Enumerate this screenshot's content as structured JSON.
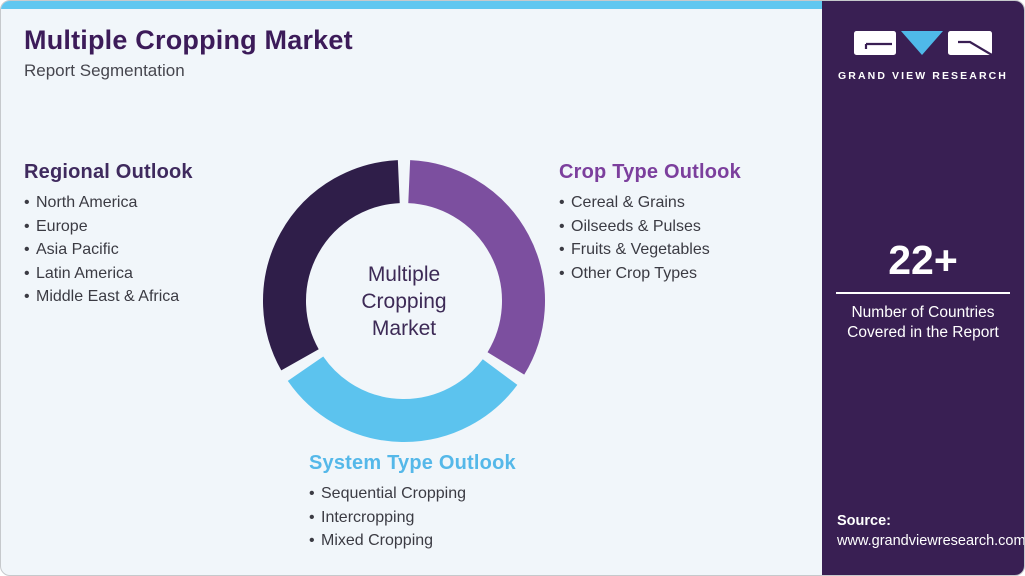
{
  "header": {
    "title": "Multiple Cropping Market",
    "subtitle": "Report Segmentation"
  },
  "colors": {
    "topbar_accent": "#60c7f0",
    "card_background": "#f1f6fa",
    "sidebar_background": "#391f53",
    "title_color": "#3c1b59",
    "regional_heading_color": "#3f2a5e",
    "crop_heading_color": "#7c3f9d",
    "system_heading_color": "#55b8e9",
    "center_text_color": "#3d2a56"
  },
  "donut": {
    "center_label": "Multiple Cropping Market",
    "segments": [
      {
        "name": "crop-type-segment",
        "color": "#7c4f9f",
        "start": 2.5,
        "end": 121.5
      },
      {
        "name": "system-type-segment",
        "color": "#5cc3ee",
        "start": 126.5,
        "end": 235.5
      },
      {
        "name": "regional-segment",
        "color": "#2f1e49",
        "start": 240.5,
        "end": 357.5
      }
    ]
  },
  "sections": {
    "regional": {
      "heading": "Regional Outlook",
      "items": [
        "North America",
        "Europe",
        "Asia Pacific",
        "Latin America",
        "Middle East & Africa"
      ]
    },
    "crop_type": {
      "heading": "Crop Type Outlook",
      "items": [
        "Cereal & Grains",
        "Oilseeds & Pulses",
        "Fruits & Vegetables",
        "Other Crop Types"
      ]
    },
    "system_type": {
      "heading": "System Type Outlook",
      "items": [
        "Sequential Cropping",
        "Intercropping",
        "Mixed Cropping"
      ]
    }
  },
  "sidebar": {
    "brand": "GRAND VIEW RESEARCH",
    "stat_value": "22+",
    "stat_label": "Number of Countries Covered in the Report",
    "source_label": "Source:",
    "source_url": "www.grandviewresearch.com"
  }
}
